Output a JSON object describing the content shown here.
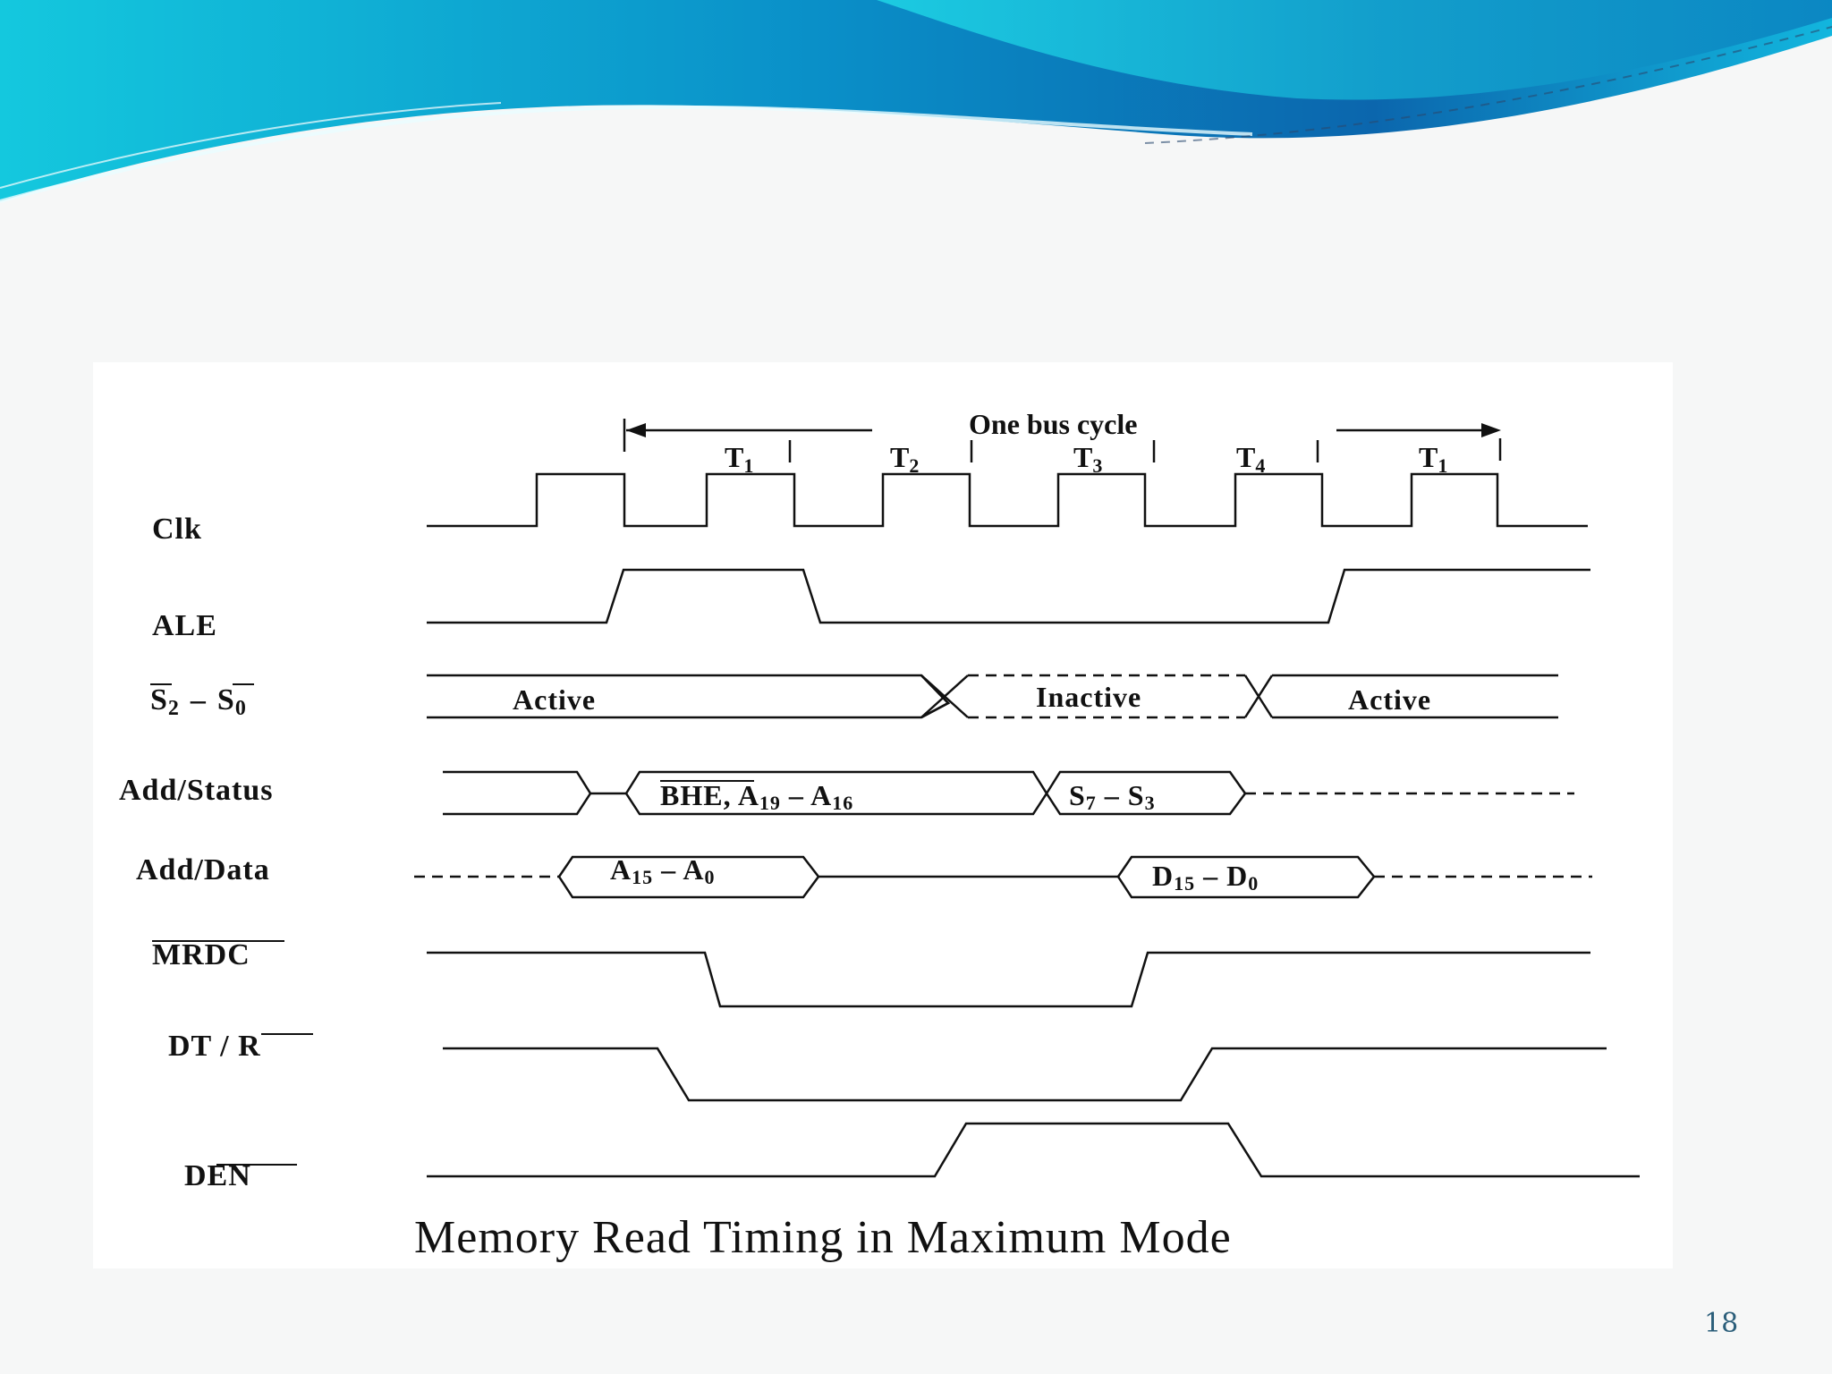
{
  "diagram": {
    "bus_cycle_label": "One bus cycle",
    "t_states": [
      {
        "sym": "T",
        "sub": "1"
      },
      {
        "sym": "T",
        "sub": "2"
      },
      {
        "sym": "T",
        "sub": "3"
      },
      {
        "sym": "T",
        "sub": "4"
      },
      {
        "sym": "T",
        "sub": "1"
      }
    ],
    "signals": {
      "clk": "Clk",
      "ale": "ALE",
      "s2": {
        "sym": "S",
        "sub": "2"
      },
      "dash": "–",
      "s0": {
        "sym": "S",
        "sub": "0"
      },
      "add_status": "Add/Status",
      "add_data": "Add/Data",
      "mrdc": "MRDC",
      "dtr": "DT / R",
      "den": "DEN"
    },
    "status_segments": [
      "Active",
      "Inactive",
      "Active"
    ],
    "add_status_segments": {
      "bhe": "BHE",
      "a19": {
        "sym": "A",
        "sub": "19"
      },
      "a16": {
        "sym": "A",
        "sub": "16"
      },
      "s7": {
        "sym": "S",
        "sub": "7"
      },
      "s3": {
        "sym": "S",
        "sub": "3"
      }
    },
    "add_data_segments": {
      "a15": {
        "sym": "A",
        "sub": "15"
      },
      "a0": {
        "sym": "A",
        "sub": "0"
      },
      "d15": {
        "sym": "D",
        "sub": "15"
      },
      "d0": {
        "sym": "D",
        "sub": "0"
      }
    },
    "caption": "Memory Read Timing in Maximum Mode"
  },
  "slide_number": "18",
  "colors": {
    "header_dark": "#0a6fb0",
    "header_light": "#12c6e0",
    "slide_number": "#2b5e7a"
  }
}
